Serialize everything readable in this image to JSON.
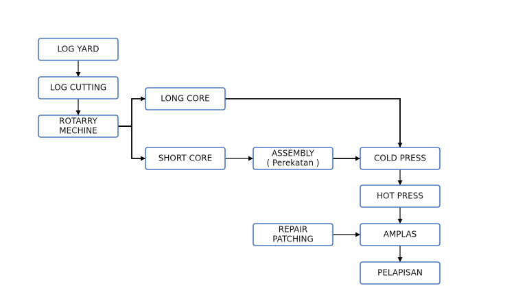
{
  "nodes": {
    "log_yard": [
      "LOG YARD"
    ],
    "log_cutting": [
      "LOG CUTTING"
    ],
    "rotary_machine": [
      "ROTARRY",
      "MECHINE"
    ],
    "long_core": [
      "LONG CORE"
    ],
    "short_core": [
      "SHORT CORE"
    ],
    "assembly": [
      "ASSEMBLY",
      "( Perekatan )"
    ],
    "cold_press": [
      "COLD PRESS"
    ],
    "hot_press": [
      "HOT PRESS"
    ],
    "repair_patching": [
      "REPAIR",
      "PATCHING"
    ],
    "amplas": [
      "AMPLAS"
    ],
    "pelapisan": [
      "PELAPISAN"
    ]
  },
  "edges": [
    [
      "log_yard",
      "log_cutting"
    ],
    [
      "log_cutting",
      "rotary_machine"
    ],
    [
      "rotary_machine",
      "long_core"
    ],
    [
      "rotary_machine",
      "short_core"
    ],
    [
      "long_core",
      "cold_press"
    ],
    [
      "short_core",
      "assembly"
    ],
    [
      "assembly",
      "cold_press"
    ],
    [
      "cold_press",
      "hot_press"
    ],
    [
      "hot_press",
      "amplas"
    ],
    [
      "repair_patching",
      "amplas"
    ],
    [
      "amplas",
      "pelapisan"
    ]
  ],
  "colors": {
    "box_border": "#4a76c0",
    "arrow": "#000000"
  }
}
